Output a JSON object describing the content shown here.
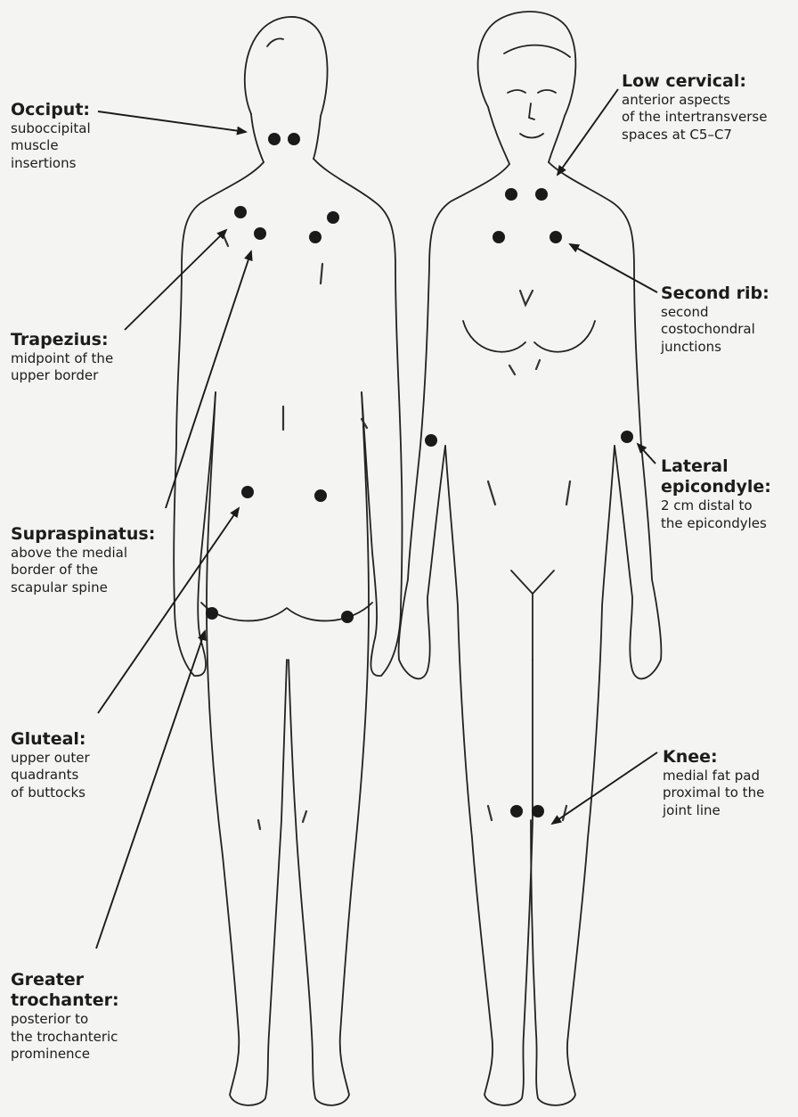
{
  "labels": {
    "occiput": {
      "title": "Occiput:",
      "lines": [
        "suboccipital",
        "muscle",
        "insertions"
      ]
    },
    "trapezius": {
      "title": "Trapezius:",
      "lines": [
        "midpoint of the",
        "upper border"
      ]
    },
    "supraspinatus": {
      "title": "Supraspinatus:",
      "lines": [
        "above the medial",
        "border of the",
        "scapular spine"
      ]
    },
    "gluteal": {
      "title": "Gluteal:",
      "lines": [
        "upper outer",
        "quadrants",
        "of buttocks"
      ]
    },
    "trochanter": {
      "title": [
        "Greater",
        "trochanter:"
      ],
      "lines": [
        "posterior to",
        "the trochanteric",
        "prominence"
      ]
    },
    "low_cervical": {
      "title": "Low cervical:",
      "lines": [
        "anterior aspects",
        "of the intertransverse",
        "spaces at C5–C7"
      ]
    },
    "second_rib": {
      "title": "Second rib:",
      "lines": [
        "second",
        "costochondral",
        "junctions"
      ]
    },
    "lateral_epicondyle": {
      "title": [
        "Lateral",
        "epicondyle:"
      ],
      "lines": [
        "2 cm distal to",
        "the epicondyles"
      ]
    },
    "knee": {
      "title": "Knee:",
      "lines": [
        "medial fat pad",
        "proximal to the",
        "joint line"
      ]
    }
  },
  "colors": {
    "ink": "#1a1a1a",
    "paper": "#f4f4f2"
  }
}
